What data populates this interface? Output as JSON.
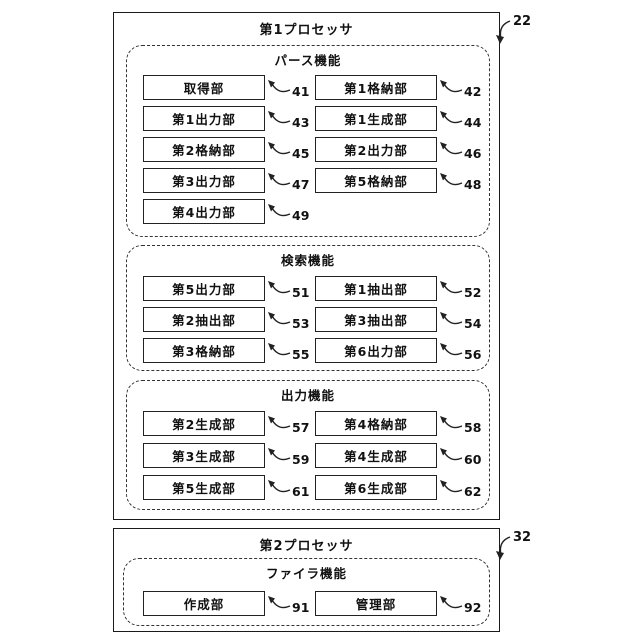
{
  "colors": {
    "line": "#1a1a1a",
    "background": "#ffffff"
  },
  "processor1": {
    "title": "第1プロセッサ",
    "ref": "22",
    "sections": [
      {
        "title": "パース機能",
        "boxes": [
          {
            "label": "取得部",
            "ref": "41"
          },
          {
            "label": "第1格納部",
            "ref": "42"
          },
          {
            "label": "第1出力部",
            "ref": "43"
          },
          {
            "label": "第1生成部",
            "ref": "44"
          },
          {
            "label": "第2格納部",
            "ref": "45"
          },
          {
            "label": "第2出力部",
            "ref": "46"
          },
          {
            "label": "第3出力部",
            "ref": "47"
          },
          {
            "label": "第5格納部",
            "ref": "48"
          },
          {
            "label": "第4出力部",
            "ref": "49"
          }
        ]
      },
      {
        "title": "検索機能",
        "boxes": [
          {
            "label": "第5出力部",
            "ref": "51"
          },
          {
            "label": "第1抽出部",
            "ref": "52"
          },
          {
            "label": "第2抽出部",
            "ref": "53"
          },
          {
            "label": "第3抽出部",
            "ref": "54"
          },
          {
            "label": "第3格納部",
            "ref": "55"
          },
          {
            "label": "第6出力部",
            "ref": "56"
          }
        ]
      },
      {
        "title": "出力機能",
        "boxes": [
          {
            "label": "第2生成部",
            "ref": "57"
          },
          {
            "label": "第4格納部",
            "ref": "58"
          },
          {
            "label": "第3生成部",
            "ref": "59"
          },
          {
            "label": "第4生成部",
            "ref": "60"
          },
          {
            "label": "第5生成部",
            "ref": "61"
          },
          {
            "label": "第6生成部",
            "ref": "62"
          }
        ]
      }
    ]
  },
  "processor2": {
    "title": "第2プロセッサ",
    "ref": "32",
    "sections": [
      {
        "title": "ファイラ機能",
        "boxes": [
          {
            "label": "作成部",
            "ref": "91"
          },
          {
            "label": "管理部",
            "ref": "92"
          }
        ]
      }
    ]
  }
}
